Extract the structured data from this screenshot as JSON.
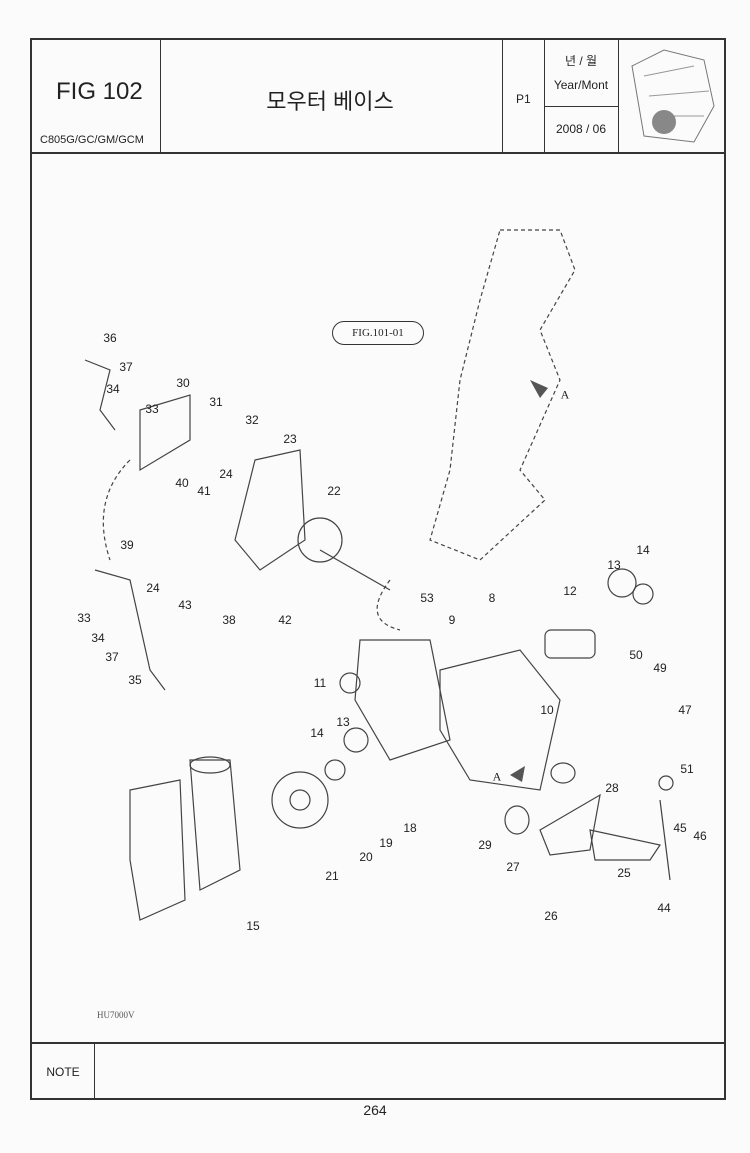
{
  "header": {
    "fig": "FIG 102",
    "model": "C805G/GC/GM/GCM",
    "title": "모우터 베이스",
    "page_code": "P1",
    "year_month_kr": "년 / 월",
    "year_month_en": "Year/Mont",
    "date": "2008 / 06"
  },
  "diagram": {
    "figure_ref": "FIG.101-01",
    "drawing_code": "HU7000V",
    "callouts": [
      "36",
      "37",
      "34",
      "30",
      "33",
      "31",
      "32",
      "23",
      "24",
      "40",
      "41",
      "22",
      "39",
      "24",
      "43",
      "38",
      "42",
      "33",
      "34",
      "37",
      "35",
      "53",
      "8",
      "9",
      "12",
      "13",
      "14",
      "11",
      "50",
      "49",
      "47",
      "10",
      "14",
      "13",
      "51",
      "28",
      "18",
      "19",
      "20",
      "29",
      "27",
      "45",
      "46",
      "21",
      "25",
      "44",
      "26",
      "15",
      "A",
      "A"
    ]
  },
  "note": {
    "label": "NOTE"
  },
  "page_number": "264"
}
